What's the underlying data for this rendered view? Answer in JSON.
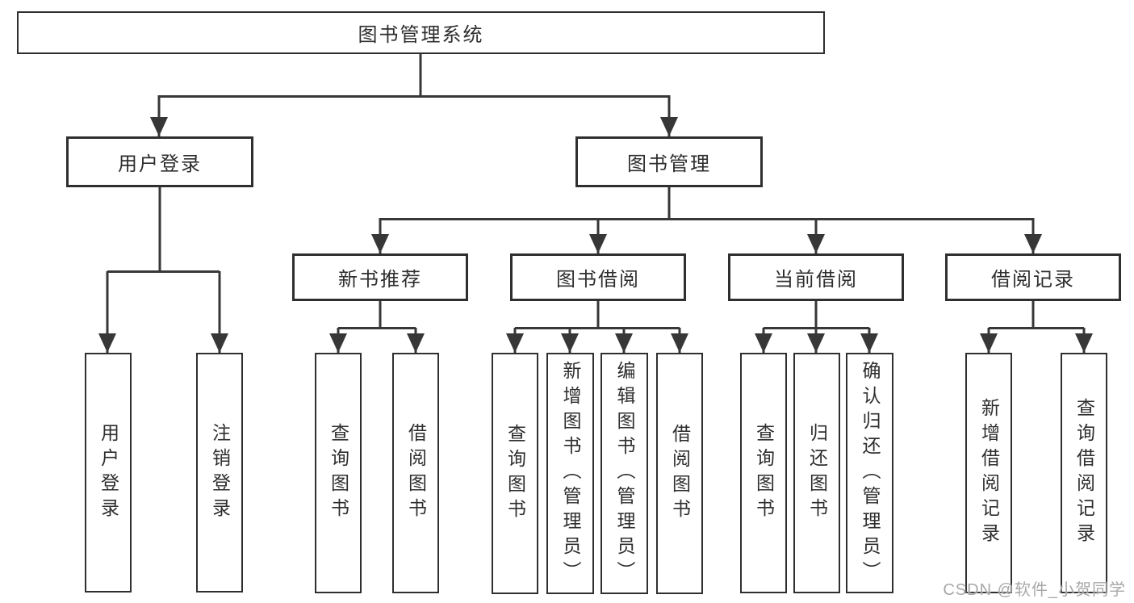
{
  "diagram": {
    "root": {
      "label": "图书管理系统",
      "children": [
        {
          "label": "用户登录",
          "children": [
            {
              "label": "用户登录"
            },
            {
              "label": "注销登录"
            }
          ]
        },
        {
          "label": "图书管理",
          "children": [
            {
              "label": "新书推荐",
              "children": [
                {
                  "label": "查询图书"
                },
                {
                  "label": "借阅图书"
                }
              ]
            },
            {
              "label": "图书借阅",
              "children": [
                {
                  "label": "查询图书"
                },
                {
                  "label": "新增图书（管理员）"
                },
                {
                  "label": "编辑图书（管理员）"
                },
                {
                  "label": "借阅图书"
                }
              ]
            },
            {
              "label": "当前借阅",
              "children": [
                {
                  "label": "查询图书"
                },
                {
                  "label": "归还图书"
                },
                {
                  "label": "确认归还（管理员）"
                }
              ]
            },
            {
              "label": "借阅记录",
              "children": [
                {
                  "label": "新增借阅记录"
                },
                {
                  "label": "查询借阅记录"
                }
              ]
            }
          ]
        }
      ]
    }
  },
  "watermark": {
    "text": "CSDN @软件_小贺同学"
  },
  "colors": {
    "line": "#373737",
    "box_border": "#2f2f2f",
    "text": "#2e2e2e",
    "watermark": "#a3a3a3",
    "background": "#ffffff"
  }
}
